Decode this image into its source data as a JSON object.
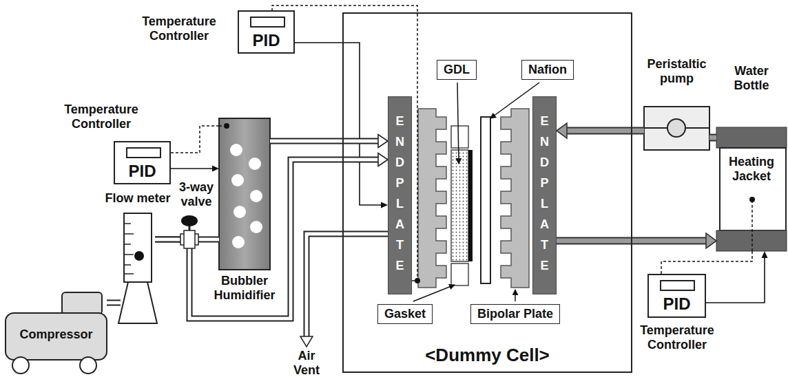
{
  "diagram": {
    "nodes": [
      {
        "text": [
          "Temperature Controller",
          "PID"
        ]
      },
      {
        "text": [
          "Temperature Controller",
          "PID"
        ]
      },
      {
        "text": [
          "<Dummy Cell>"
        ]
      },
      {
        "text": [
          "GDL"
        ],
        "in": 2
      },
      {
        "text": [
          "Nafion"
        ],
        "in": 2
      },
      {
        "text": [
          "END PLATE"
        ],
        "in": 2
      },
      {
        "text": [
          "END PLATE"
        ],
        "in": 2
      },
      {
        "text": [
          "Gasket"
        ],
        "in": 2
      },
      {
        "text": [
          "Bipolar Plate"
        ],
        "in": 2
      },
      {
        "text": [
          "Bubbler Humidifier"
        ]
      },
      {
        "text": [
          "Flow meter"
        ]
      },
      {
        "text": [
          "Compressor"
        ]
      },
      {
        "text": [
          "Peristaltic pump"
        ]
      },
      {
        "text": [
          "Water Bottle",
          "Heating Jacket"
        ]
      },
      {
        "text": [
          "PID",
          "Temperature Controller"
        ]
      }
    ],
    "edges": [
      {
        "from": 0,
        "to": 9,
        "arrow": "to"
      },
      {
        "from": 9,
        "to": 0,
        "arrow": "none"
      },
      {
        "from": 1,
        "to": 5,
        "arrow": "to"
      },
      {
        "from": 5,
        "to": 1,
        "arrow": "none"
      },
      {
        "from": 9,
        "to": 5,
        "arrow": "to"
      },
      {
        "from": 11,
        "to": 10,
        "arrow": "none"
      },
      {
        "from": 10,
        "to": 9,
        "arrow": "none"
      },
      {
        "from": 10,
        "to": 5,
        "arrow": "to"
      },
      {
        "from": 13,
        "to": 12,
        "arrow": "none"
      },
      {
        "from": 12,
        "to": 6,
        "arrow": "to"
      },
      {
        "from": 6,
        "to": 13,
        "arrow": "to"
      },
      {
        "from": 14,
        "to": 13,
        "arrow": "to"
      },
      {
        "from": 13,
        "to": 14,
        "arrow": "none"
      }
    ],
    "labels": [
      "3-way valve",
      "Air Vent"
    ]
  }
}
